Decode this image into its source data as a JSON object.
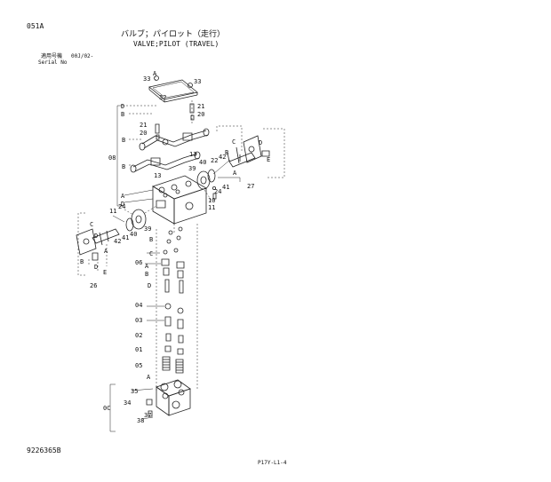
{
  "header": {
    "page_code": "051A",
    "title_jp": "バルブ；パイロット（走行）",
    "title_en": "VALVE;PILOT (TRAVEL)",
    "applicable_label": "適用号機",
    "applicable_value": "00J/02-",
    "serial_label": "Serial No"
  },
  "callouts": {
    "c33a": "33",
    "c33b": "33",
    "c32": "32",
    "c21a": "21",
    "c20a": "20",
    "c21b": "21",
    "c20b": "20",
    "c13a": "13",
    "c13b": "13",
    "c08": "08",
    "c22": "22",
    "c42a": "42",
    "c40a": "40",
    "c39a": "39",
    "c41a": "41",
    "c24a": "24",
    "c27": "27",
    "c10": "10",
    "c11a": "11",
    "c11b": "11",
    "c24b": "24",
    "c42b": "42",
    "c41b": "41",
    "c40b": "40",
    "c39b": "39",
    "c26": "26",
    "c06": "06",
    "c04": "04",
    "c03": "03",
    "c02": "02",
    "c01": "01",
    "c05": "05",
    "c35": "35",
    "c34": "34",
    "c37": "37",
    "c38": "38",
    "c0c": "0C"
  },
  "letters": {
    "A": "A",
    "B": "B",
    "C": "C",
    "D": "D",
    "E": "E"
  },
  "footer": {
    "drawing_number": "9226365B",
    "page_ref": "P17Y-L1-4"
  }
}
